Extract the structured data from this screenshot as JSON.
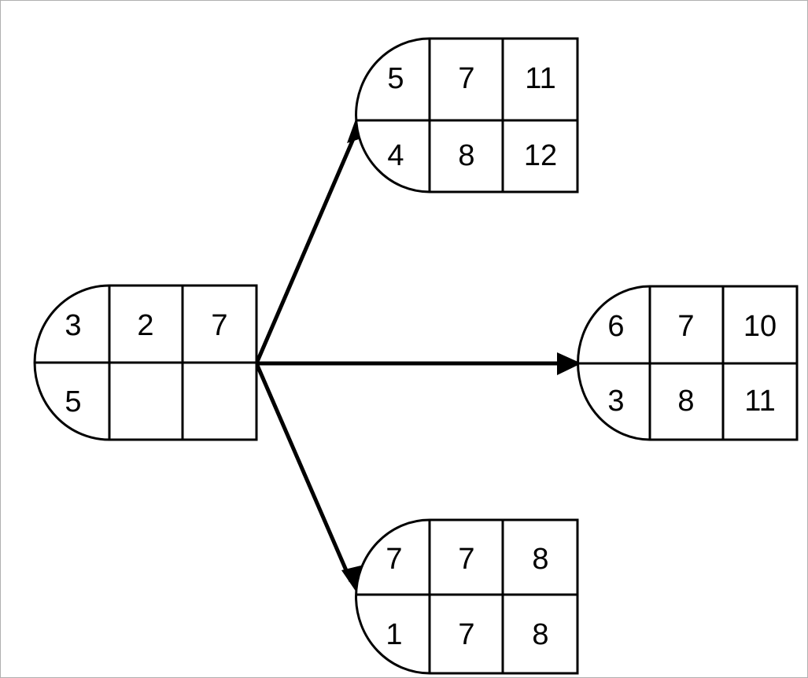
{
  "diagram": {
    "type": "search-tree-node-expansion",
    "background_color": "#ffffff",
    "stroke_color": "#000000",
    "border_color": "#b0b0b0",
    "nodes": [
      {
        "id": "root",
        "role": "parent",
        "position": "left",
        "rows": [
          {
            "cells": [
              "3",
              "2",
              "7"
            ]
          },
          {
            "cells": [
              "5",
              "",
              ""
            ]
          }
        ]
      },
      {
        "id": "child-top",
        "role": "child",
        "position": "top-right",
        "rows": [
          {
            "cells": [
              "5",
              "7",
              "11"
            ]
          },
          {
            "cells": [
              "4",
              "8",
              "12"
            ]
          }
        ]
      },
      {
        "id": "child-middle",
        "role": "child",
        "position": "right",
        "rows": [
          {
            "cells": [
              "6",
              "7",
              "10"
            ]
          },
          {
            "cells": [
              "3",
              "8",
              "11"
            ]
          }
        ]
      },
      {
        "id": "child-bottom",
        "role": "child",
        "position": "bottom-right",
        "rows": [
          {
            "cells": [
              "7",
              "7",
              "8"
            ]
          },
          {
            "cells": [
              "1",
              "7",
              "8"
            ]
          }
        ]
      }
    ],
    "edges": [
      {
        "id": "edge-to-top",
        "from": "root",
        "to": "child-top",
        "direction": "up-right",
        "arrow": "arrow-head-top"
      },
      {
        "id": "edge-to-middle",
        "from": "root",
        "to": "child-middle",
        "direction": "right",
        "arrow": "arrow-head-middle"
      },
      {
        "id": "edge-to-bottom",
        "from": "root",
        "to": "child-bottom",
        "direction": "down-right",
        "arrow": "arrow-head-bottom"
      }
    ]
  }
}
